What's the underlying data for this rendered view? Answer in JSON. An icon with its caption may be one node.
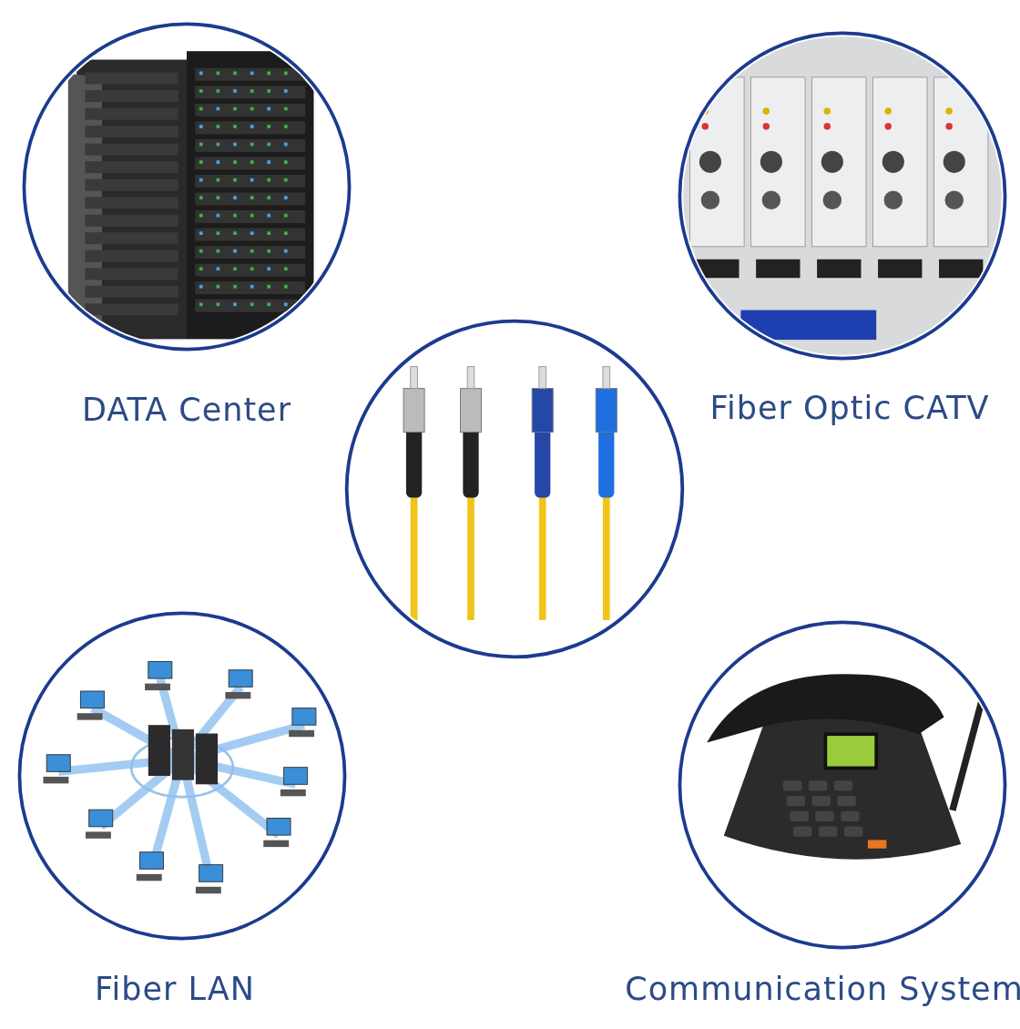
{
  "diagram": {
    "nodes": [
      {
        "text": [
          "DATA Center"
        ]
      },
      {
        "text": [
          "Fiber Optic CATV"
        ]
      },
      {
        "text": [],
        "shape": "picture"
      },
      {
        "text": [
          "Fiber LAN"
        ]
      },
      {
        "text": [
          "Communication System"
        ]
      }
    ]
  }
}
